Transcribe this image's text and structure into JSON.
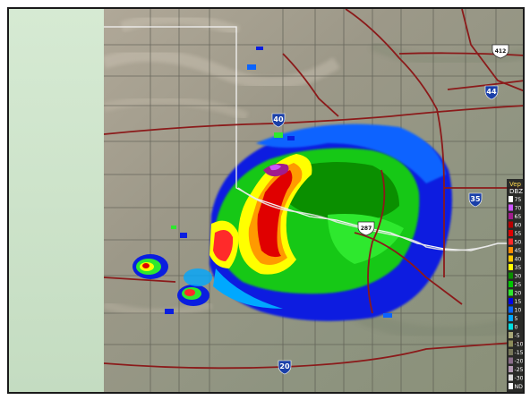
{
  "legend": {
    "title_line1": "Vep",
    "title_line2": "DBZ",
    "entries": [
      {
        "label": "75",
        "color": "#ffffff"
      },
      {
        "label": "70",
        "color": "#cc55ff"
      },
      {
        "label": "65",
        "color": "#a01c8c"
      },
      {
        "label": "60",
        "color": "#b80000"
      },
      {
        "label": "55",
        "color": "#e00000"
      },
      {
        "label": "50",
        "color": "#ff2a2a"
      },
      {
        "label": "45",
        "color": "#ff8c00"
      },
      {
        "label": "40",
        "color": "#ffc800"
      },
      {
        "label": "35",
        "color": "#ffff00"
      },
      {
        "label": "30",
        "color": "#0a8f00"
      },
      {
        "label": "25",
        "color": "#00c800"
      },
      {
        "label": "20",
        "color": "#2ee82e"
      },
      {
        "label": "15",
        "color": "#0000e6"
      },
      {
        "label": "10",
        "color": "#0a64ff"
      },
      {
        "label": "5",
        "color": "#00a8ff"
      },
      {
        "label": "0",
        "color": "#00e0e0"
      },
      {
        "label": "-5",
        "color": "#a8a878"
      },
      {
        "label": "-10",
        "color": "#8c8c5a"
      },
      {
        "label": "-15",
        "color": "#78785a"
      },
      {
        "label": "-20",
        "color": "#8a6e8a"
      },
      {
        "label": "-25",
        "color": "#b49bb4"
      },
      {
        "label": "-30",
        "color": "#dcdcdc"
      },
      {
        "label": "ND",
        "color": "#ffffff"
      }
    ]
  },
  "highway_shields": [
    {
      "label": "412",
      "type": "us"
    },
    {
      "label": "44",
      "type": "interstate"
    },
    {
      "label": "40",
      "type": "interstate"
    },
    {
      "label": "35",
      "type": "interstate"
    },
    {
      "label": "287",
      "type": "us"
    },
    {
      "label": "20",
      "type": "interstate"
    }
  ],
  "colors": {
    "terrain": "#9a9a84",
    "county_lines": "#5a5a52",
    "state_border": "#ffffff",
    "highways": "#8b1a1a",
    "river": "#e8e8e8",
    "side_panel": "#cfe3cd"
  }
}
